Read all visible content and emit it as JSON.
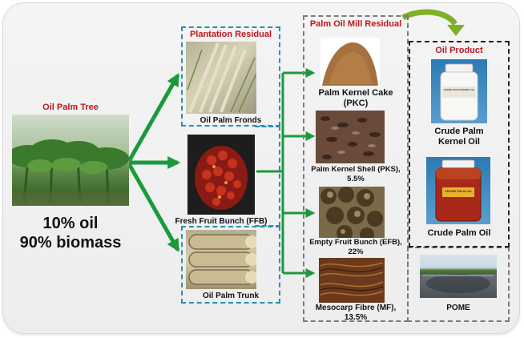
{
  "tree": {
    "title": "Oil Palm Tree",
    "stat_oil": "10% oil",
    "stat_biomass": "90% biomass"
  },
  "plantation": {
    "title": "Plantation Residual",
    "fronds": "Oil Palm Fronds",
    "ffb": "Fresh Fruit Bunch (FFB)",
    "trunk": "Oil Palm Trunk"
  },
  "mill": {
    "title": "Palm Oil Mill Residual",
    "pkc_line1": "Palm Kernel Cake",
    "pkc_line2": "(PKC)",
    "pks_line1": "Palm Kernel Shell (PKS),",
    "pks_line2": "5.5%",
    "efb_line1": "Empty Fruit Bunch (EFB),",
    "efb_line2": "22%",
    "mf_line1": "Mesocarp Fibre (MF),",
    "mf_line2": "13.5%",
    "pome": "POME"
  },
  "product": {
    "title": "Oil Product",
    "cpko_line1": "Crude Palm",
    "cpko_line2": "Kernel Oil",
    "cpo": "Crude Palm Oil",
    "jar1_label": "CRUDE PALM KERNEL OIL",
    "jar2_label": "CRUDE PALM OIL"
  },
  "colors": {
    "accent_red": "#c0151d",
    "arrow_green": "#1a9a3c",
    "dashed_blue": "#2a8fb0",
    "dashed_black": "#222222",
    "dashed_gray": "#7a7a7a"
  }
}
